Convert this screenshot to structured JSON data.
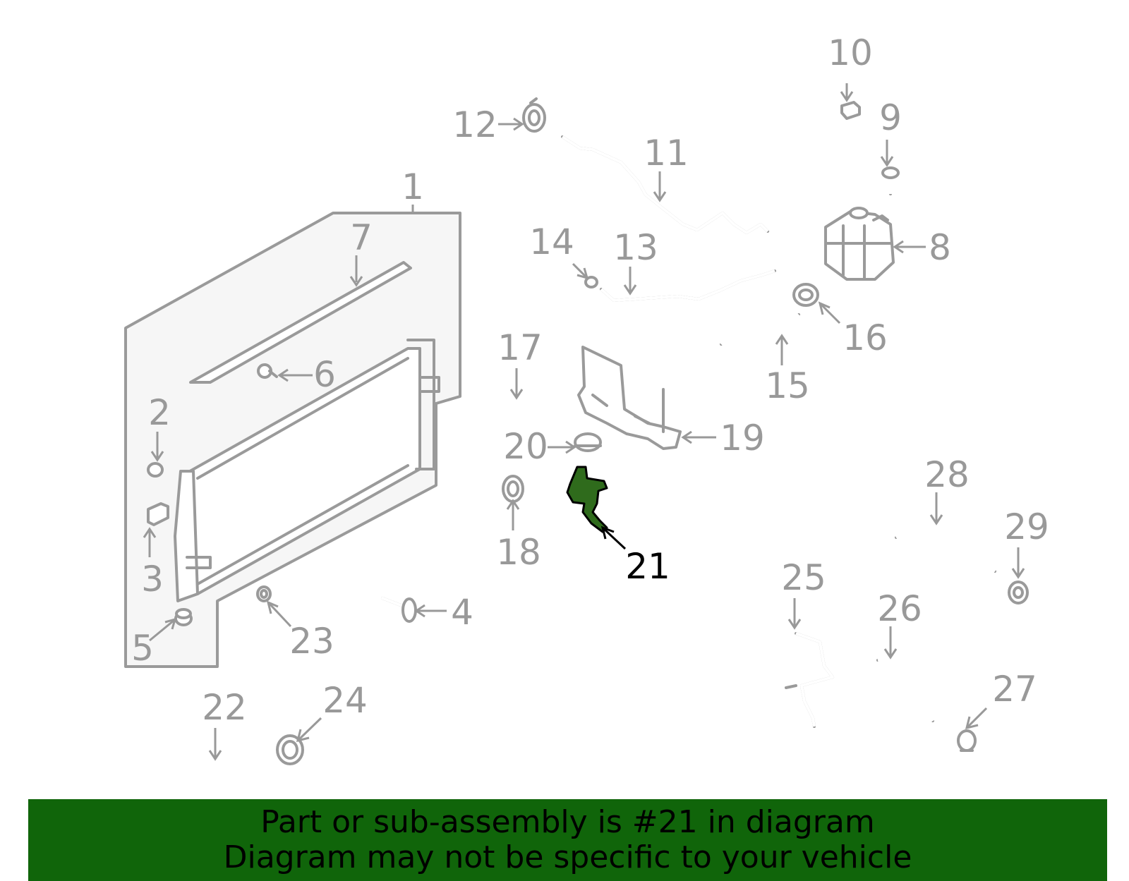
{
  "diagram": {
    "highlight_color": "#1a6b0b",
    "highlight_part": "21",
    "callouts": [
      "1",
      "2",
      "3",
      "4",
      "5",
      "6",
      "7",
      "8",
      "9",
      "10",
      "11",
      "12",
      "13",
      "14",
      "15",
      "16",
      "17",
      "18",
      "19",
      "20",
      "21",
      "22",
      "23",
      "24",
      "25",
      "26",
      "27",
      "28",
      "29"
    ]
  },
  "banner": {
    "background": "#10650a",
    "line1": "Part or sub-assembly is #21 in diagram",
    "line2": "Diagram may not be specific to your vehicle"
  }
}
